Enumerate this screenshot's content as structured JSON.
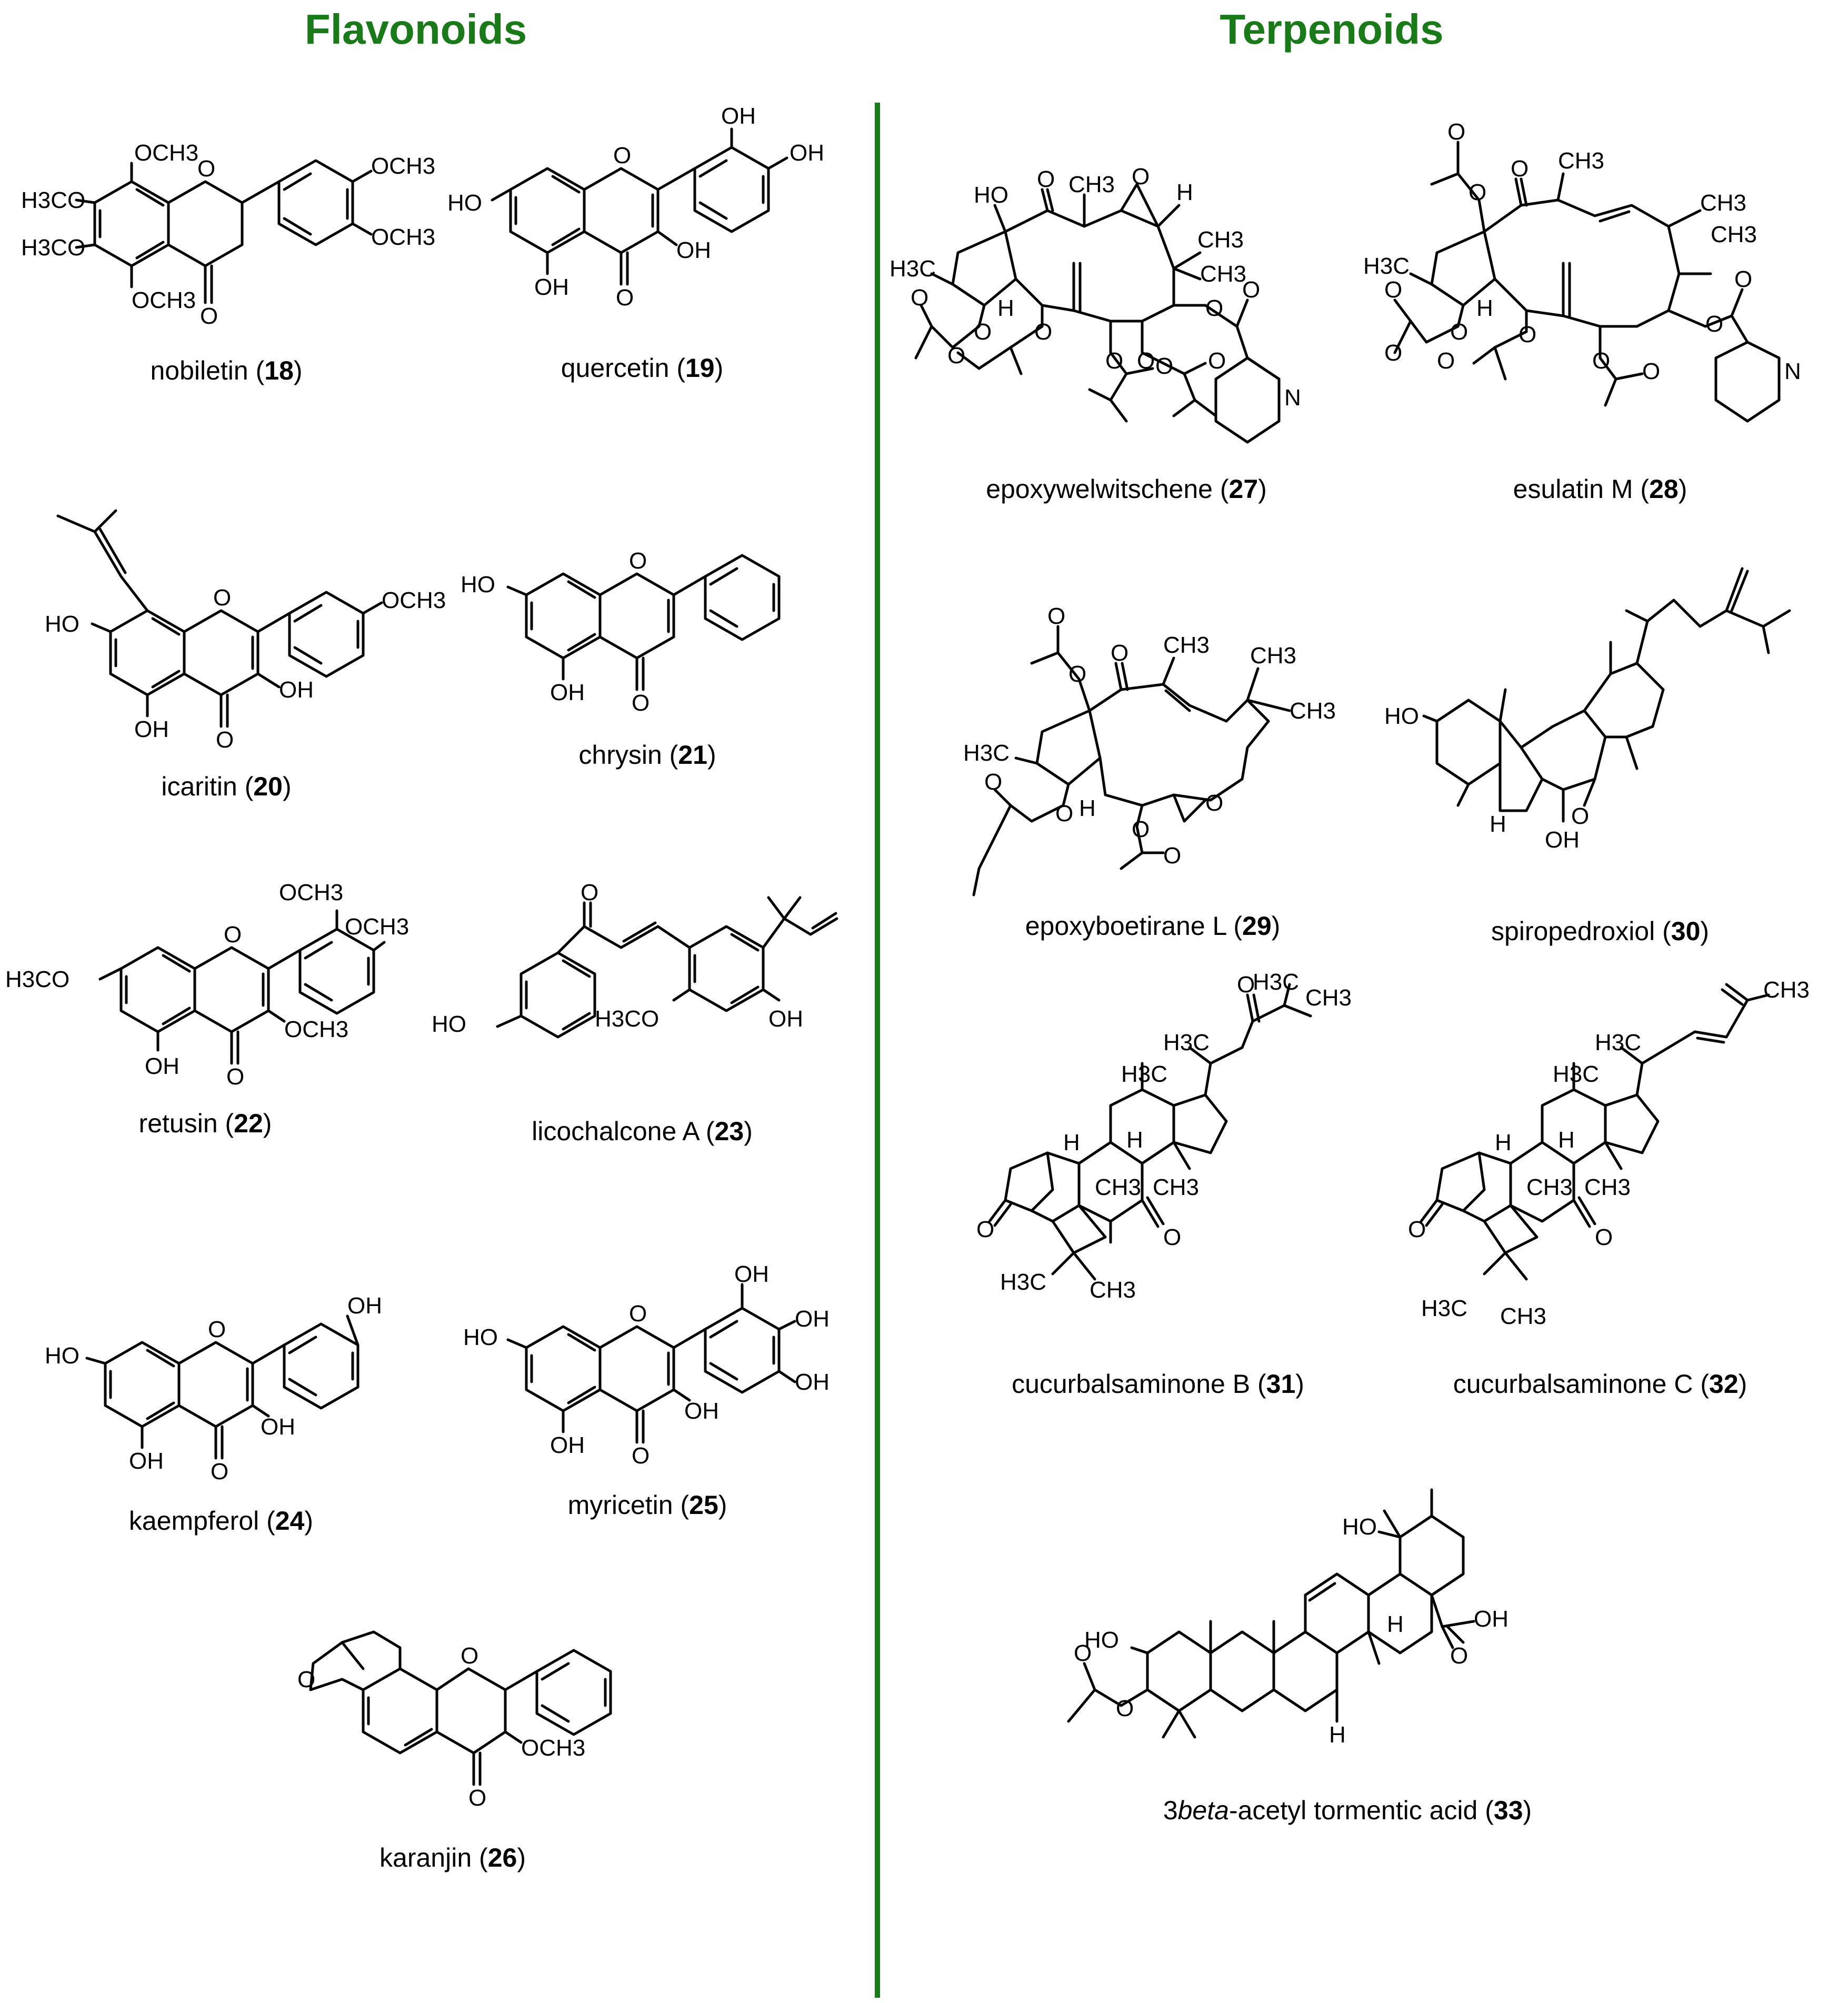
{
  "colors": {
    "heading": "#1a7a1a",
    "divider": "#1a7a1a",
    "ink": "#000000"
  },
  "headings": {
    "left": "Flavonoids",
    "right": "Terpenoids"
  },
  "compounds": [
    {
      "name": "nobiletin",
      "number": "18",
      "labels": [
        "OCH3",
        "OCH3",
        "H3CO",
        "OCH3",
        "H3CO",
        "OCH3",
        "O",
        "O"
      ]
    },
    {
      "name": "quercetin",
      "number": "19",
      "labels": [
        "OH",
        "OH",
        "HO",
        "O",
        "OH",
        "OH",
        "O"
      ]
    },
    {
      "name": "icaritin",
      "number": "20",
      "labels": [
        "OCH3",
        "HO",
        "O",
        "OH",
        "OH",
        "O"
      ]
    },
    {
      "name": "chrysin",
      "number": "21",
      "labels": [
        "HO",
        "O",
        "OH",
        "O"
      ]
    },
    {
      "name": "retusin",
      "number": "22",
      "labels": [
        "OCH3",
        "OCH3",
        "H3CO",
        "O",
        "OCH3",
        "OH",
        "O"
      ]
    },
    {
      "name": "licochalcone A",
      "number": "23",
      "labels": [
        "O",
        "HO",
        "H3CO",
        "OH"
      ]
    },
    {
      "name": "kaempferol",
      "number": "24",
      "labels": [
        "OH",
        "HO",
        "O",
        "OH",
        "OH",
        "O"
      ]
    },
    {
      "name": "myricetin",
      "number": "25",
      "labels": [
        "OH",
        "OH",
        "OH",
        "HO",
        "O",
        "OH",
        "OH",
        "O"
      ]
    },
    {
      "name": "karanjin",
      "number": "26",
      "labels": [
        "O",
        "O",
        "OCH3",
        "O"
      ]
    },
    {
      "name": "epoxywelwitschene",
      "number": "27",
      "labels": [
        "CH3",
        "HO",
        "O",
        "O",
        "H",
        "CH3",
        "CH3",
        "H3C",
        "H",
        "O",
        "O",
        "O",
        "O",
        "O",
        "O",
        "O",
        "O",
        "O",
        "O",
        "N"
      ]
    },
    {
      "name": "esulatin M",
      "number": "28",
      "labels": [
        "O",
        "CH3",
        "O",
        "O",
        "CH3",
        "CH3",
        "H3C",
        "H",
        "O",
        "O",
        "O",
        "O",
        "O",
        "O",
        "O",
        "O",
        "O",
        "N"
      ]
    },
    {
      "name": "epoxyboetirane L",
      "number": "29",
      "labels": [
        "O",
        "CH3",
        "CH3",
        "O",
        "O",
        "CH3",
        "H3C",
        "H",
        "O",
        "O",
        "O",
        "O",
        "O"
      ]
    },
    {
      "name": "spiropedroxiol",
      "number": "30",
      "labels": [
        "HO",
        "H",
        "O",
        "OH"
      ]
    },
    {
      "name": "cucurbalsaminone B",
      "number": "31",
      "labels": [
        "H3C",
        "CH3",
        "O",
        "H3C",
        "H3C",
        "H",
        "H",
        "CH3",
        "CH3",
        "O",
        "O",
        "H3C",
        "CH3"
      ]
    },
    {
      "name": "cucurbalsaminone C",
      "number": "32",
      "labels": [
        "CH3",
        "H3C",
        "H3C",
        "H",
        "H",
        "CH3",
        "CH3",
        "O",
        "O",
        "H3C",
        "CH3"
      ]
    },
    {
      "name": "3beta-acetyl tormentic acid",
      "number": "33",
      "prefix": "3",
      "italic": "beta",
      "suffix": "-acetyl tormentic acid",
      "labels": [
        "HO",
        "HO",
        "OH",
        "H",
        "H",
        "O",
        "O",
        "O"
      ]
    }
  ]
}
